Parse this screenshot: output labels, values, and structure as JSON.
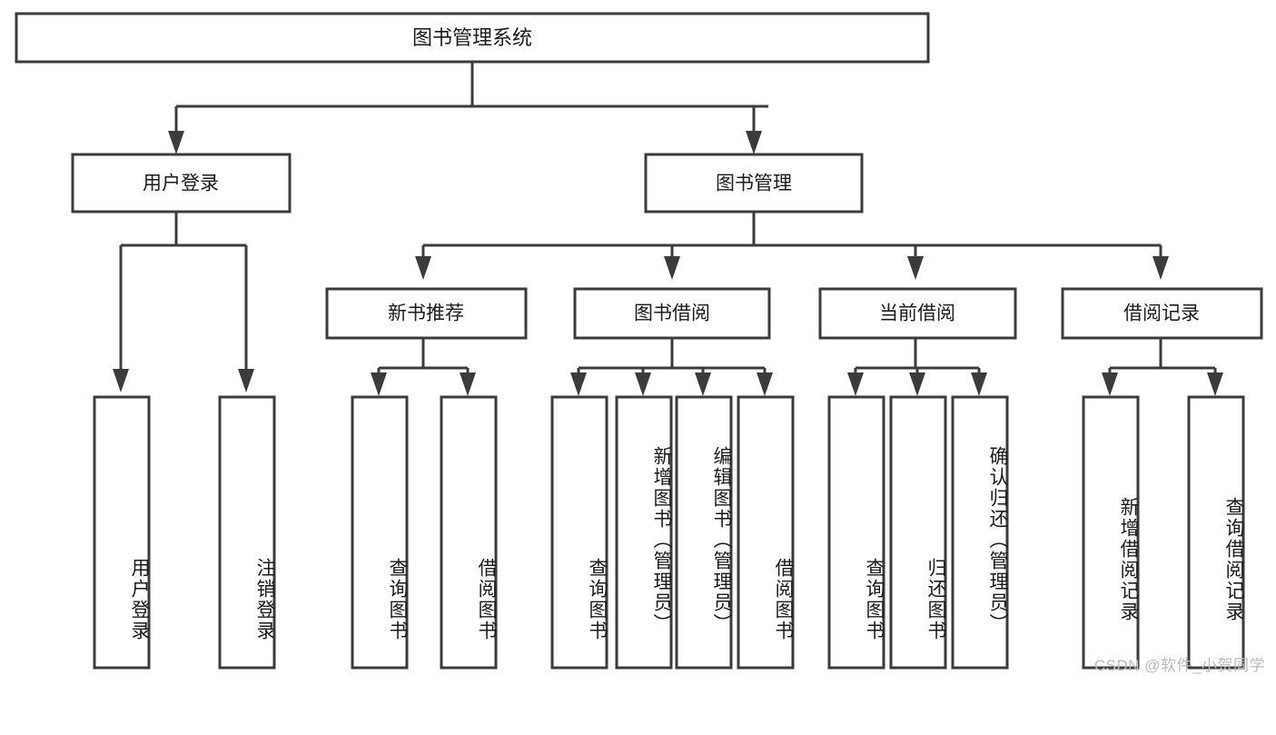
{
  "diagram": {
    "type": "tree-hierarchy",
    "title": "图书管理系统",
    "orientation": "top-down",
    "colors": {
      "stroke": "#3b3b3b",
      "fill": "#ffffff",
      "text": "#1b1b1b",
      "watermark": "#b9b9b9",
      "background": "#ffffff"
    },
    "levels": {
      "root": {
        "label": "图书管理系统"
      },
      "level2": [
        {
          "label": "用户登录"
        },
        {
          "label": "图书管理"
        }
      ],
      "level3": [
        {
          "label": "新书推荐"
        },
        {
          "label": "图书借阅"
        },
        {
          "label": "当前借阅"
        },
        {
          "label": "借阅记录"
        }
      ],
      "leaves": [
        {
          "label": "用户登录",
          "parent": "用户登录"
        },
        {
          "label": "注销登录",
          "parent": "用户登录"
        },
        {
          "label": "查询图书",
          "parent": "新书推荐"
        },
        {
          "label": "借阅图书",
          "parent": "新书推荐"
        },
        {
          "label": "查询图书",
          "parent": "图书借阅"
        },
        {
          "label": "新增图书（管理员）",
          "parent": "图书借阅"
        },
        {
          "label": "编辑图书（管理员）",
          "parent": "图书借阅"
        },
        {
          "label": "借阅图书",
          "parent": "图书借阅"
        },
        {
          "label": "查询图书",
          "parent": "当前借阅"
        },
        {
          "label": "归还图书",
          "parent": "当前借阅"
        },
        {
          "label": "确认归还（管理员）",
          "parent": "当前借阅"
        },
        {
          "label": "新增借阅记录",
          "parent": "借阅记录"
        },
        {
          "label": "查询借阅记录",
          "parent": "借阅记录"
        }
      ]
    },
    "watermark": "CSDN @软件_小贺同学"
  }
}
